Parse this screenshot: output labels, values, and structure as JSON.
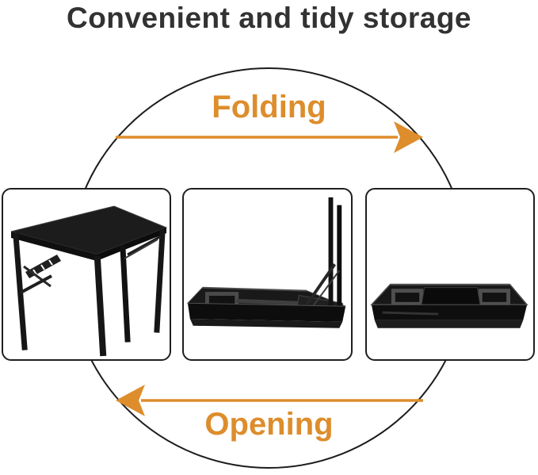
{
  "title": "Convenient and tidy storage",
  "cycle": {
    "top_label": "Folding",
    "bottom_label": "Opening"
  },
  "panels": [
    {
      "alt": "Black folding desk fully assembled"
    },
    {
      "alt": "Desk upside down, one leg frame folded flat, one upright"
    },
    {
      "alt": "Desk fully folded into a flat slab"
    }
  ],
  "colors": {
    "accent": "#DD8D2B",
    "ink": "#1F1F1F",
    "title_text": "#323232",
    "background": "#FFFFFF"
  }
}
